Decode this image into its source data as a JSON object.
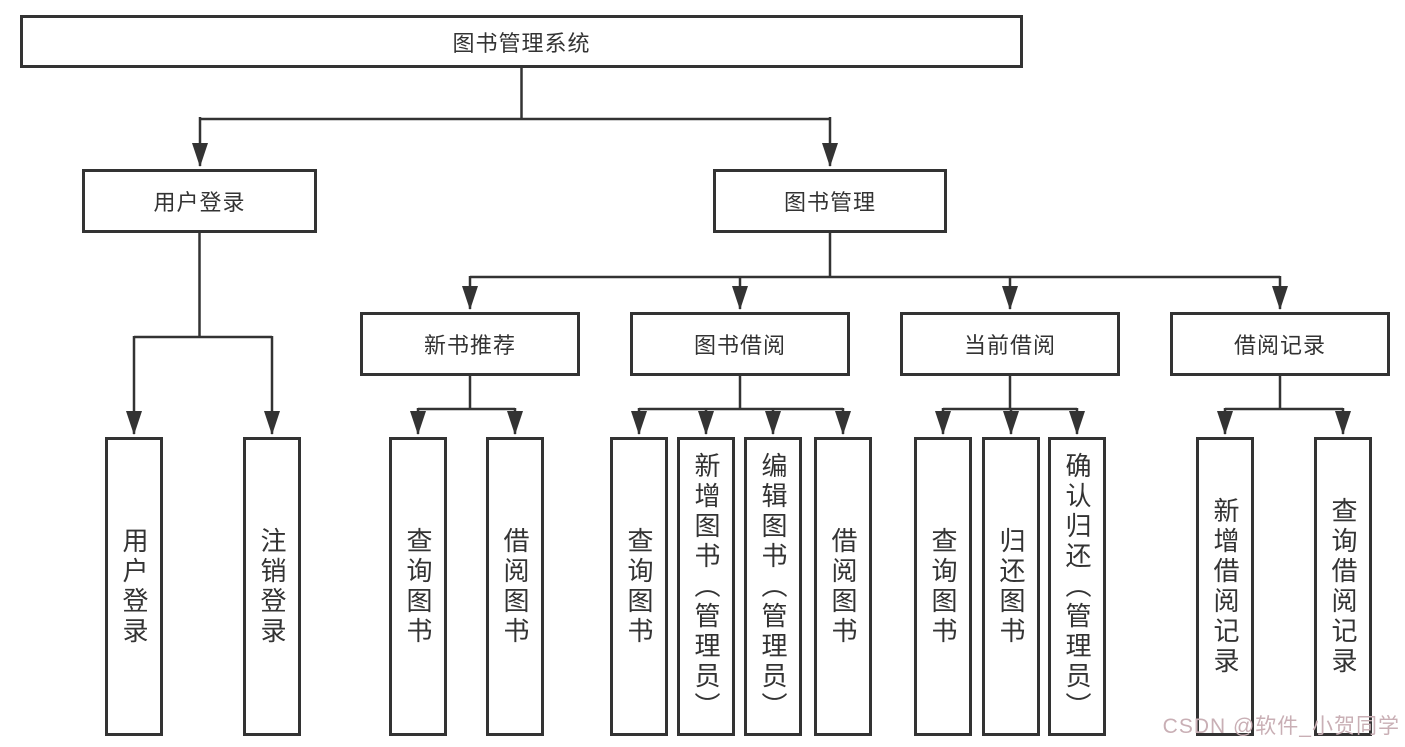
{
  "root": {
    "label": "图书管理系统"
  },
  "branches": [
    {
      "label": "用户登录",
      "children": [
        {
          "label": "用户登录"
        },
        {
          "label": "注销登录"
        }
      ]
    },
    {
      "label": "图书管理",
      "sections": [
        {
          "label": "新书推荐",
          "children": [
            {
              "label": "查询图书"
            },
            {
              "label": "借阅图书"
            }
          ]
        },
        {
          "label": "图书借阅",
          "children": [
            {
              "label": "查询图书"
            },
            {
              "label": "新增图书（管理员）"
            },
            {
              "label": "编辑图书（管理员）"
            },
            {
              "label": "借阅图书"
            }
          ]
        },
        {
          "label": "当前借阅",
          "children": [
            {
              "label": "查询图书"
            },
            {
              "label": "归还图书"
            },
            {
              "label": "确认归还（管理员）"
            }
          ]
        },
        {
          "label": "借阅记录",
          "children": [
            {
              "label": "新增借阅记录"
            },
            {
              "label": "查询借阅记录"
            }
          ]
        }
      ]
    }
  ],
  "watermark": {
    "text": "CSDN @软件_小贺同学",
    "color": "#c9afb5"
  },
  "colors": {
    "line": "#333333",
    "text": "#333333",
    "background": "#ffffff"
  }
}
